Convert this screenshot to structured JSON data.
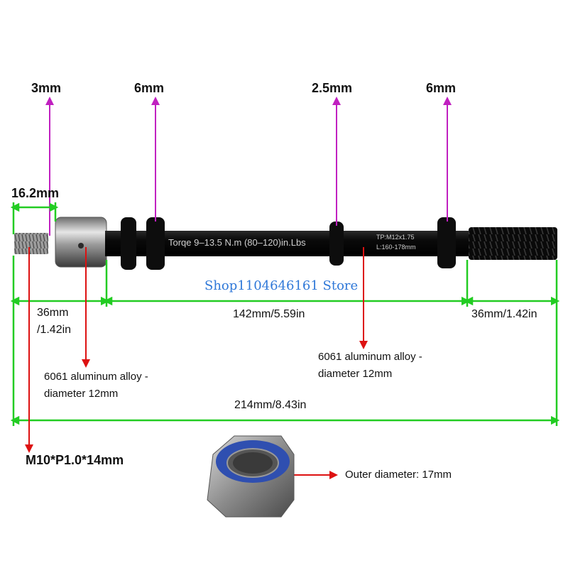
{
  "spacer_labels": {
    "s1": "3mm",
    "s2": "6mm",
    "s3": "2.5mm",
    "s4": "6mm"
  },
  "dimensions": {
    "thread_length": "16.2mm",
    "left_end": "36mm",
    "left_end_in": "/1.42in",
    "middle": "142mm/5.59in",
    "right_end": "36mm/1.42in",
    "total": "214mm/8.43in"
  },
  "notes": {
    "left_material_1": "6061 aluminum alloy -",
    "left_material_2": "diameter 12mm",
    "right_material_1": "6061 aluminum alloy -",
    "right_material_2": "diameter 12mm",
    "thread_spec": "M10*P1.0*14mm",
    "nut_outer": "Outer diameter: 17mm"
  },
  "axle_print": {
    "torque": "Torqe 9–13.5 N.m (80–120)in.Lbs",
    "thread": "TP:M12x1.75",
    "length": "L:160-178mm"
  },
  "watermark": "Shop1104646161 Store",
  "colors": {
    "spacer_arrow": "#c020c0",
    "dimension_line": "#22cc22",
    "callout_arrow": "#dd1111",
    "axle": "#0c0c0c",
    "watermark": "#2f78d8"
  },
  "icons": [
    "through-axle",
    "aluminum-collar",
    "spacer-ring",
    "threaded-end",
    "nylon-lock-nut"
  ]
}
